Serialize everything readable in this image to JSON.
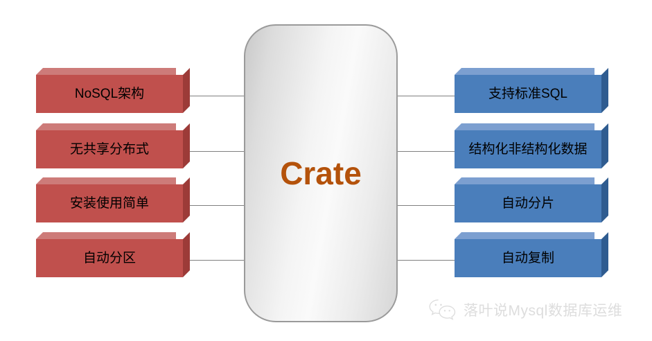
{
  "diagram": {
    "center": {
      "title": "Crate",
      "title_color": "#b4520b",
      "fill_start": "#c9c9c9",
      "fill_end": "#fafafa",
      "border_color": "#9a9a9a"
    },
    "left_boxes": [
      {
        "label": "NoSQL架构"
      },
      {
        "label": "无共享分布式"
      },
      {
        "label": "安装使用简单"
      },
      {
        "label": "自动分区"
      }
    ],
    "right_boxes": [
      {
        "label": "支持标准SQL"
      },
      {
        "label": "结构化非结构化数据"
      },
      {
        "label": "自动分片"
      },
      {
        "label": "自动复制"
      }
    ],
    "left_box_color": "#c0504d",
    "left_box_top_color": "#cd7b79",
    "left_box_side_color": "#9c3b38",
    "right_box_color": "#4a7ebb",
    "right_box_top_color": "#7c9fd0",
    "right_box_side_color": "#2f5c90",
    "connector_color": "#7f7f7f"
  },
  "watermark": {
    "text": "落叶说Mysql数据库运维",
    "icon": "wechat-icon",
    "color": "#c9c9c9"
  }
}
